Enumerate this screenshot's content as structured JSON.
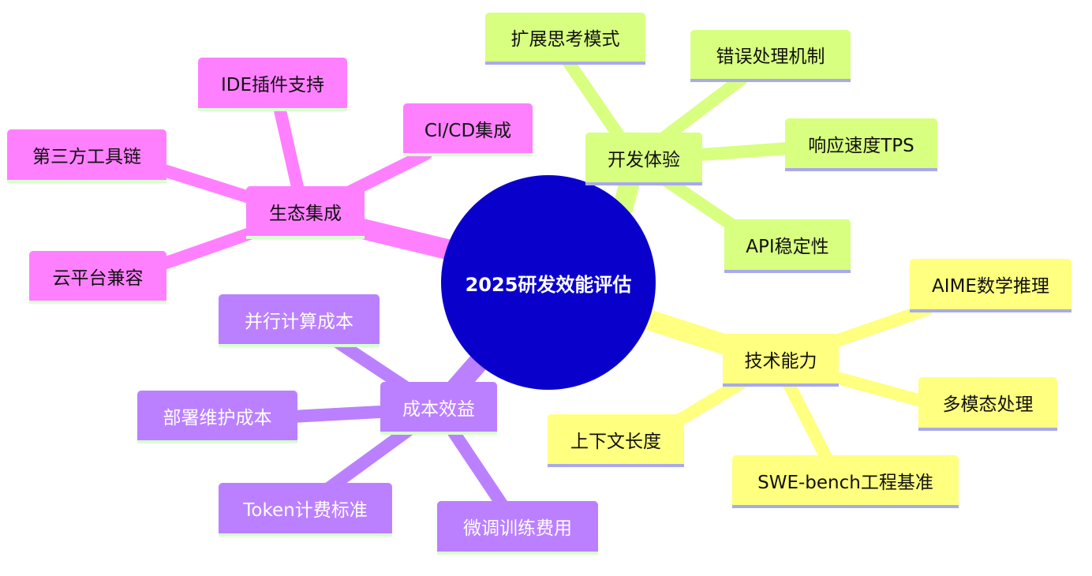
{
  "center": {
    "label": "2025研发效能评估",
    "color": "#0a00cc"
  },
  "colors": {
    "green": "#d8ff80",
    "green_line": "#a9a9ee",
    "pink": "#ff80ff",
    "pink_line": "#d8ffd0",
    "yellow": "#ffff80",
    "yellow_line": "#a9a9ee",
    "purple": "#bb80ff",
    "purple_line": "#d8ffd0"
  },
  "branches": {
    "dev_experience": {
      "label": "开发体验",
      "children": [
        "扩展思考模式",
        "错误处理机制",
        "响应速度TPS",
        "API稳定性"
      ]
    },
    "ecosystem": {
      "label": "生态集成",
      "children": [
        "IDE插件支持",
        "CI/CD集成",
        "第三方工具链",
        "云平台兼容"
      ]
    },
    "tech_capability": {
      "label": "技术能力",
      "children": [
        "AIME数学推理",
        "多模态处理",
        "SWE-bench工程基准",
        "上下文长度"
      ]
    },
    "cost_benefit": {
      "label": "成本效益",
      "children": [
        "并行计算成本",
        "部署维护成本",
        "Token计费标准",
        "微调训练费用"
      ]
    }
  }
}
